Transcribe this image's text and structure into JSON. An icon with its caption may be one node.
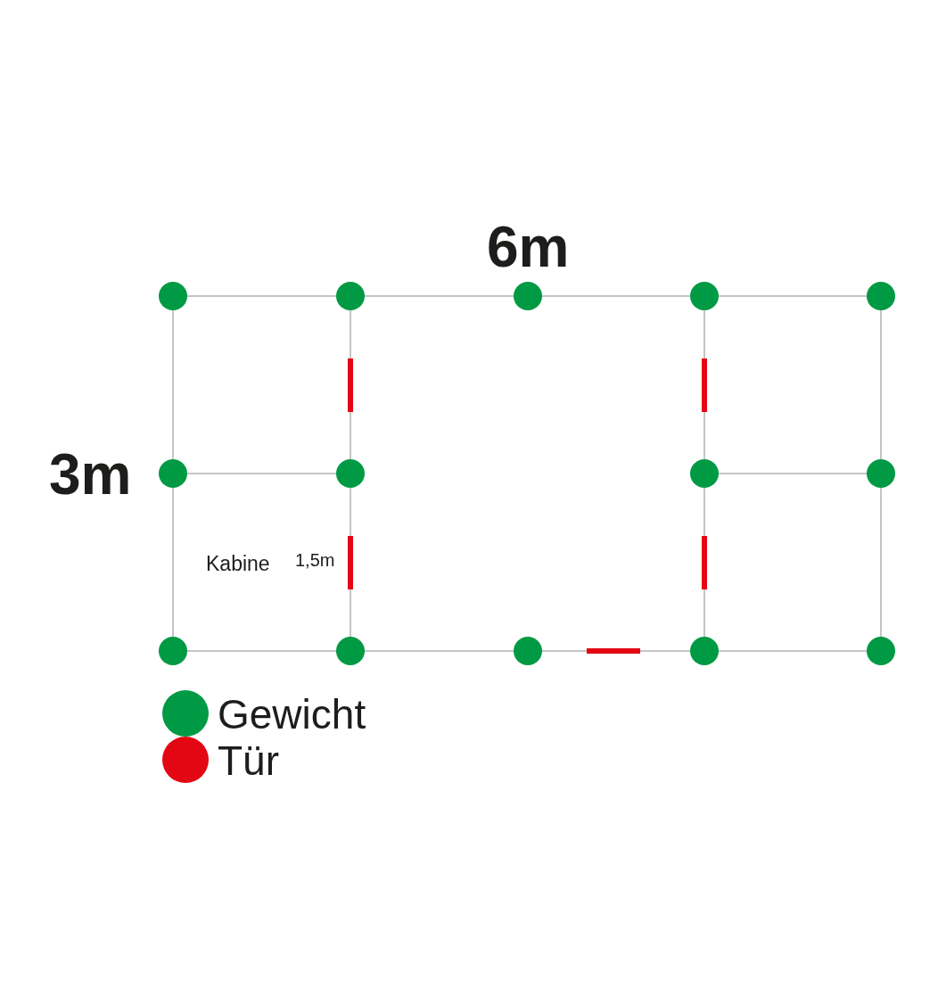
{
  "diagram": {
    "labels": [
      "6m",
      "3m",
      "Kabine",
      "1,5m"
    ],
    "legend": [
      {
        "text": "Gewicht",
        "color": "#009a44"
      },
      {
        "text": "Tür",
        "color": "#e30613"
      }
    ]
  }
}
